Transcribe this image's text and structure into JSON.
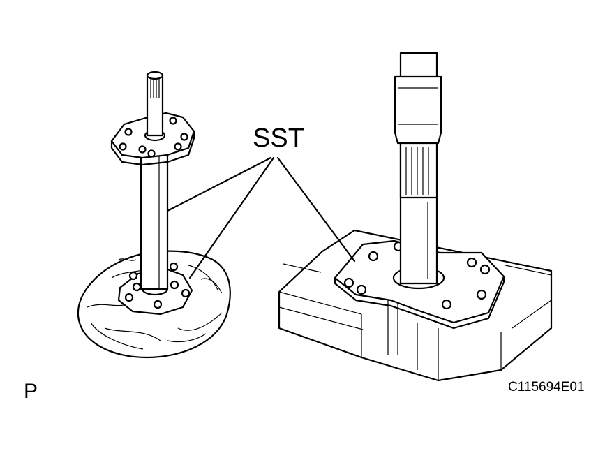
{
  "labels": {
    "tool": "SST",
    "view_letter": "P",
    "figure_code": "C115694E01"
  },
  "colors": {
    "line": "#000000",
    "background": "#ffffff"
  }
}
